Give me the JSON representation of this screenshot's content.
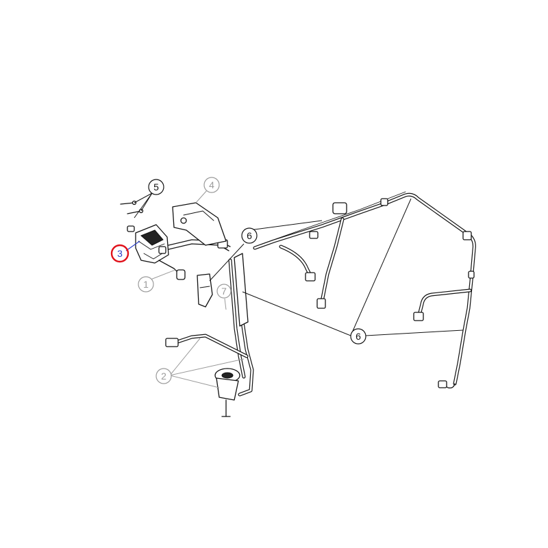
{
  "callouts": [
    {
      "id": "1",
      "label": "1",
      "style": "grey",
      "highlighted": false
    },
    {
      "id": "2",
      "label": "2",
      "style": "grey",
      "highlighted": false
    },
    {
      "id": "3",
      "label": "3",
      "style": "blue",
      "highlighted": true
    },
    {
      "id": "4",
      "label": "4",
      "style": "grey",
      "highlighted": false
    },
    {
      "id": "5",
      "label": "5",
      "style": "black",
      "highlighted": false
    },
    {
      "id": "6a",
      "label": "6",
      "style": "black",
      "highlighted": false
    },
    {
      "id": "6b",
      "label": "6",
      "style": "black",
      "highlighted": false
    },
    {
      "id": "7",
      "label": "7",
      "style": "grey",
      "highlighted": false
    }
  ],
  "colors": {
    "line": "#111111",
    "grey": "#9a9a9a",
    "highlight_ring": "#e0101a",
    "highlight_text": "#2a3fc8",
    "background": "#ffffff"
  }
}
